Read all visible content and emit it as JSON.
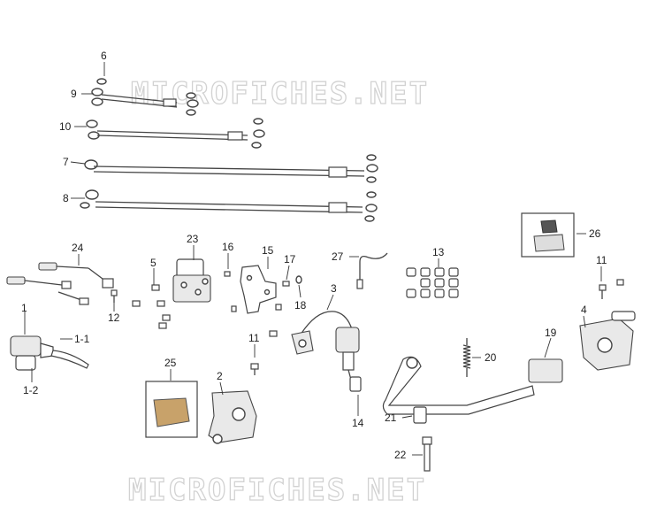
{
  "watermark": {
    "top": "MICROFICHES.NET",
    "bottom": "MICROFICHES.NET"
  },
  "callouts": {
    "c6": "6",
    "c9": "9",
    "c10": "10",
    "c7": "7",
    "c8": "8",
    "c24": "24",
    "c23": "23",
    "c16": "16",
    "c15": "15",
    "c27": "27",
    "c13": "13",
    "c26": "26",
    "c5": "5",
    "c17": "17",
    "c18": "18",
    "c3": "3",
    "c11a": "11",
    "c4": "4",
    "c12": "12",
    "c1": "1",
    "c1_1": "1-1",
    "c1_2": "1-2",
    "c11b": "11",
    "c19": "19",
    "c20": "20",
    "c25": "25",
    "c2": "2",
    "c14": "14",
    "c21": "21",
    "c22": "22"
  },
  "colors": {
    "line": "#444444",
    "watermark": "#d2d2d2",
    "pad": "#c8a26a"
  },
  "icons": [
    "brake-hose",
    "banjo-washer",
    "master-cylinder",
    "caliper",
    "brake-pad",
    "abs-unit",
    "brake-pedal",
    "spring",
    "bolt",
    "clip"
  ]
}
